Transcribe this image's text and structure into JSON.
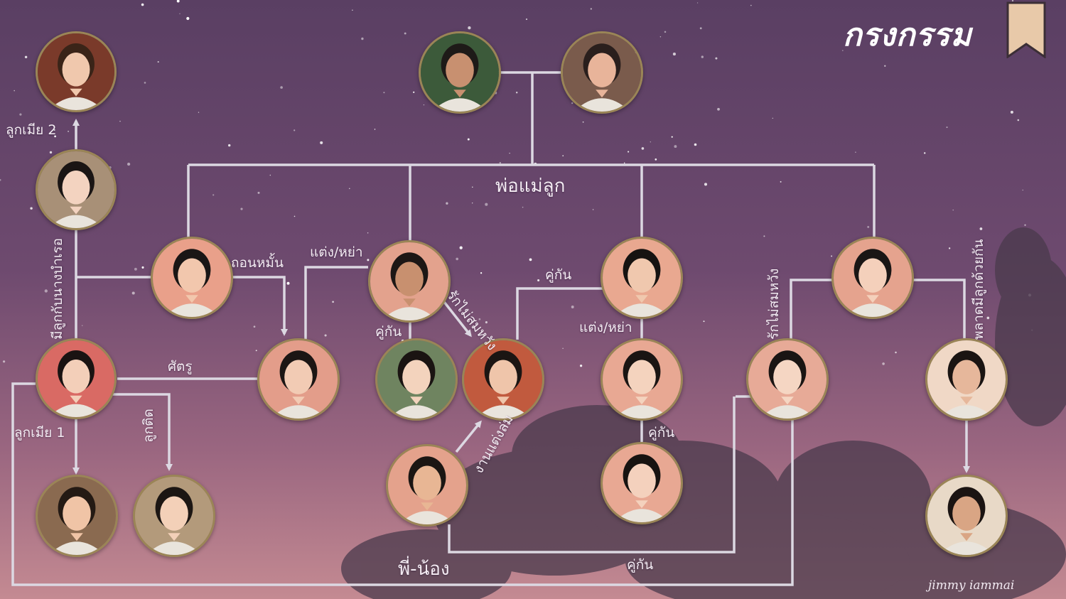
{
  "title": "กรงกรรม",
  "signature": "jimmy iammai",
  "colors": {
    "line": "#dcd8e2",
    "avatar_border": "#9a8556",
    "bookmark": "#e8c9a9",
    "sky_top": "#5a3f63",
    "sky_bottom": "#b87a89"
  },
  "labels": {
    "parents_children": "พ่อแม่ลูก",
    "wife2_child": "ลูกเมีย 2",
    "wife1_child": "ลูกเมีย 1",
    "illegitimate_child": "ลูกติด",
    "enemy": "ศัตรู",
    "broke_engagement": "ถอนหมั้น",
    "married_divorced_1": "แต่ง/หย่า",
    "married_divorced_2": "แต่ง/หย่า",
    "couple_1": "คู่กัน",
    "couple_2": "คู่กัน",
    "couple_3": "คู่กัน",
    "couple_4": "คู่กัน",
    "unrequited_1": "รักไม่สมหวัง",
    "unrequited_2": "รักไม่สมหวัง",
    "arranged_marriage_failed": "งานแต่งล่ม",
    "child_with_concubine": "มีลูกกับนางบำเรอ",
    "accidental_child": "พลาดมีลูกด้วยกัน",
    "siblings": "พี่-น้อง"
  }
}
